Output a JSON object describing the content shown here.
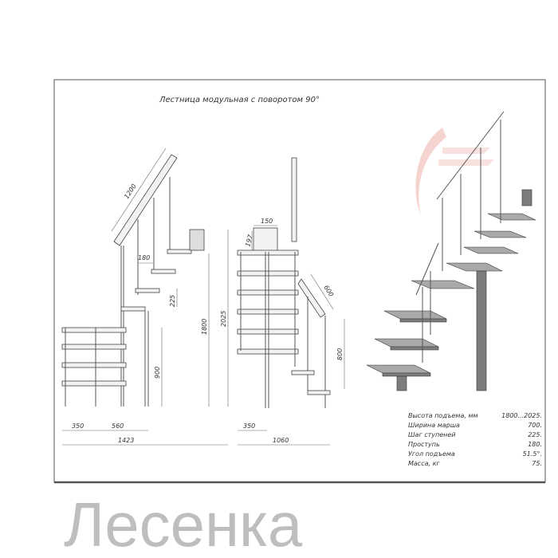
{
  "title": "Лестница модульная с поворотом 90°",
  "watermark": "Лесенка",
  "side_view": {
    "dimensions": {
      "handrail": "1200",
      "tread_depth": "180",
      "step_pitch": "225",
      "lower_height": "900",
      "rise_min": "1800",
      "rise_max": "2025",
      "offset": "350",
      "span": "560",
      "total": "1423"
    }
  },
  "front_view": {
    "dimensions": {
      "plate_width": "150",
      "plate_height": "197",
      "handrail": "600",
      "railing_height": "800",
      "offset": "350",
      "total": "1060"
    }
  },
  "specs": [
    {
      "label": "Высота подъема, мм",
      "value": "1800...2025."
    },
    {
      "label": "Ширина марша",
      "value": "700."
    },
    {
      "label": "Шаг ступеней",
      "value": "225."
    },
    {
      "label": "Проступь",
      "value": "180."
    },
    {
      "label": "Угол подъема",
      "value": "51.5°."
    },
    {
      "label": "Масса, кг",
      "value": "75."
    }
  ],
  "colors": {
    "logo": "#f0b8b0",
    "watermark": "#8a8a8a",
    "frame": "#555555"
  }
}
